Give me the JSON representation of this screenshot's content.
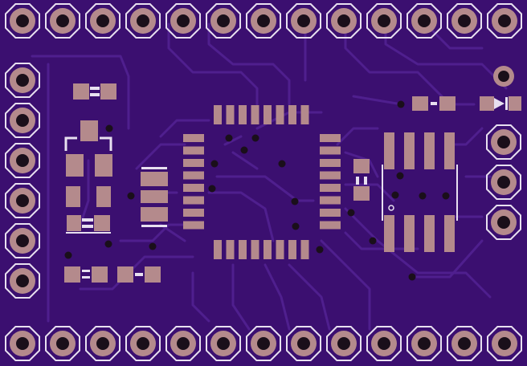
{
  "board": {
    "colors": {
      "substrate": "#3b0f70",
      "trace": "#4a1c88",
      "trace_outline": "#5a2a9a",
      "pad": "#b48a8c",
      "hole": "#1a0f1a",
      "silk": "#e8e0f0",
      "via": "#1a0f1a"
    },
    "headers": {
      "top_count": 13,
      "bottom_count": 13,
      "left_count": 6,
      "right_count": 3
    },
    "chips": {
      "mcu_pins_per_side": 8,
      "soic_pins_per_side": 4
    }
  }
}
